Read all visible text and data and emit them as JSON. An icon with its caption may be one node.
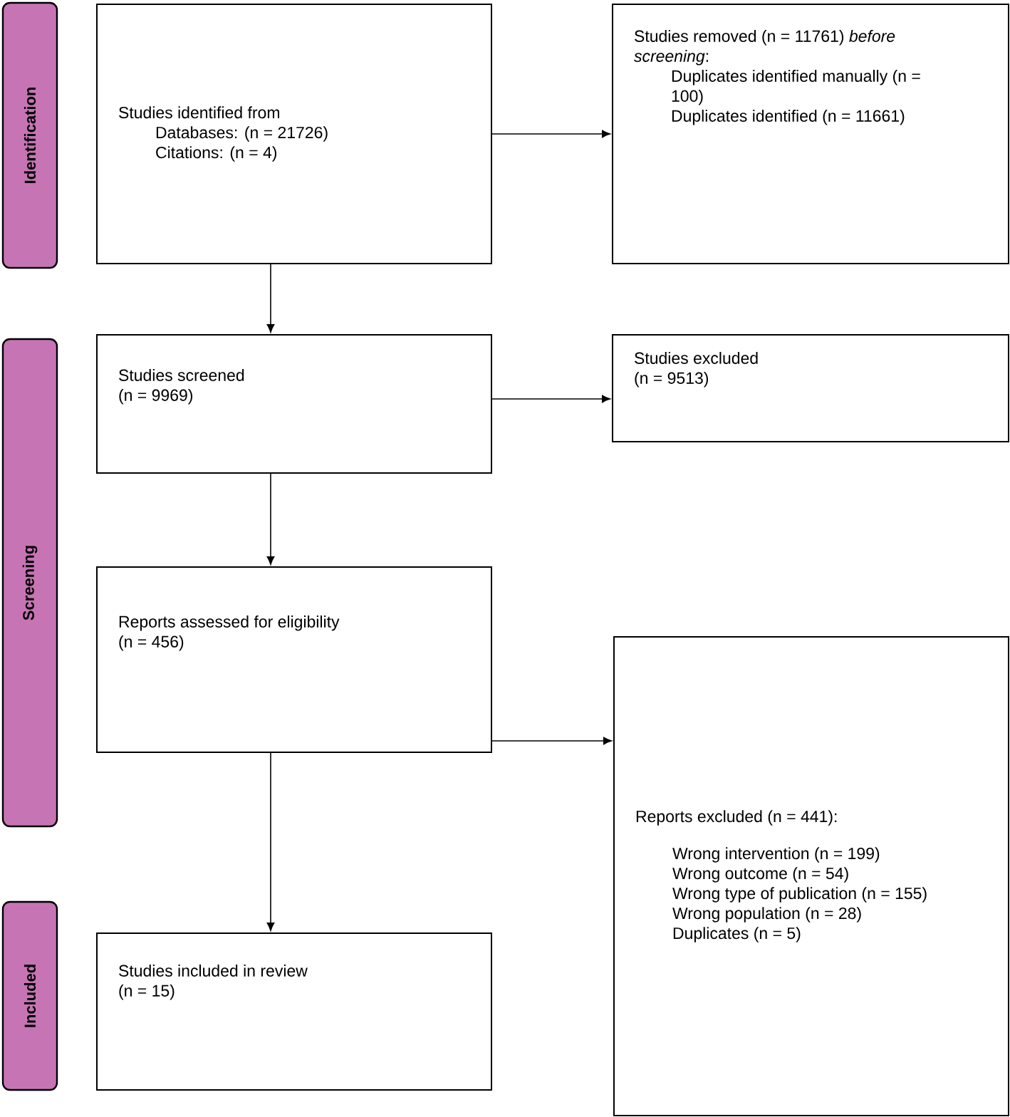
{
  "diagram": {
    "nodes": [
      {
        "text": [
          "Identification"
        ]
      },
      {
        "text": [
          "Studies identified from",
          "Databases: (n = 21726)",
          "Citations: (n = 4)"
        ]
      },
      {
        "text": [
          "Studies removed (n = 11761) *before screening*:",
          "Duplicates identified manually (n = 100)",
          "Duplicates identified (n = 11661)"
        ]
      },
      {
        "text": [
          "Screening"
        ]
      },
      {
        "text": [
          "Studies screened",
          "(n = 9969)"
        ]
      },
      {
        "text": [
          "Studies excluded",
          "(n = 9513)"
        ]
      },
      {
        "text": [
          "Reports assessed for eligibility",
          "(n = 456)"
        ]
      },
      {
        "text": [
          "Reports excluded (n = 441):",
          "Wrong intervention (n = 199)",
          "Wrong outcome (n = 54)",
          "Wrong type of publication (n = 155)",
          "Wrong population (n = 28)",
          "Duplicates (n = 5)"
        ]
      },
      {
        "text": [
          "Included"
        ]
      },
      {
        "text": [
          "Studies included in review",
          "(n = 15)"
        ]
      }
    ],
    "edges": [
      {
        "from": 1,
        "to": 2,
        "arrow": "to"
      },
      {
        "from": 1,
        "to": 4,
        "arrow": "to"
      },
      {
        "from": 4,
        "to": 5,
        "arrow": "to"
      },
      {
        "from": 4,
        "to": 6,
        "arrow": "to"
      },
      {
        "from": 6,
        "to": 7,
        "arrow": "to"
      },
      {
        "from": 6,
        "to": 9,
        "arrow": "to"
      }
    ]
  }
}
